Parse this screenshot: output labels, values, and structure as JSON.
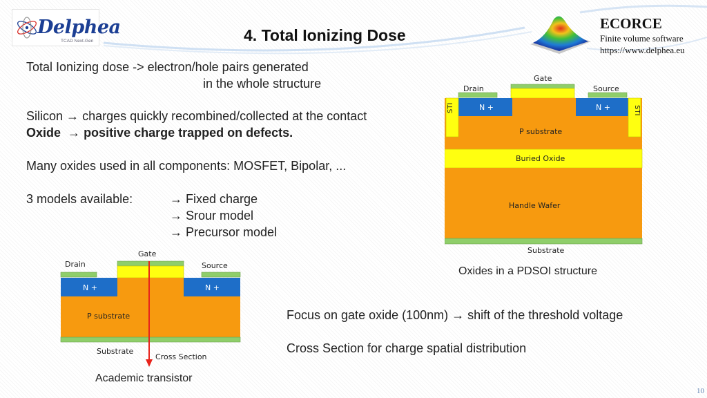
{
  "header": {
    "logo_name": "Delphea",
    "logo_tagline": "TCAD Next-Gen",
    "title": "4. Total Ionizing Dose",
    "brand": "ECORCE",
    "brand_line1": "Finite volume software",
    "brand_line2": "https://www.delphea.eu"
  },
  "intro": {
    "line1": "Total Ionizing dose -> electron/hole pairs generated",
    "line2": "in the whole structure"
  },
  "effects": {
    "silicon_label": "Silicon",
    "silicon_text": "charges quickly recombined/collected at the contact",
    "oxide_label": "Oxide",
    "oxide_text": "positive charge trapped on defects."
  },
  "oxides_note": "Many oxides used in all components: MOSFET, Bipolar, ...",
  "models": {
    "label": "3 models available:",
    "items": [
      "Fixed charge",
      "Srour model",
      "Precursor model"
    ]
  },
  "pdsoi": {
    "gate": "Gate",
    "drain": "Drain",
    "source": "Source",
    "n_plus_left": "N +",
    "n_plus_right": "N +",
    "sti_left": "STI",
    "sti_right": "STI",
    "p_substrate": "P substrate",
    "buried_oxide": "Buried Oxide",
    "handle_wafer": "Handle Wafer",
    "substrate": "Substrate",
    "caption": "Oxides in a PDSOI structure"
  },
  "academic": {
    "gate": "Gate",
    "drain": "Drain",
    "source": "Source",
    "n_plus_left": "N +",
    "n_plus_right": "N +",
    "p_substrate": "P substrate",
    "substrate": "Substrate",
    "cross_section": "Cross Section",
    "caption": "Academic transistor"
  },
  "notes": {
    "focus_left": "Focus on gate oxide (100nm)",
    "focus_right": "shift of the threshold voltage",
    "cross_section": "Cross Section for charge spatial distribution"
  },
  "slide_number": "10",
  "colors": {
    "orange": "#f79a0f",
    "yellow": "#ffff10",
    "blue": "#1e6ec8",
    "green": "#8fce6a",
    "arrow_red": "#e8231b",
    "brand_blue": "#1c3f94"
  },
  "icons": [
    "atom-logo-icon",
    "surface-plot-icon",
    "right-arrow-icon"
  ]
}
